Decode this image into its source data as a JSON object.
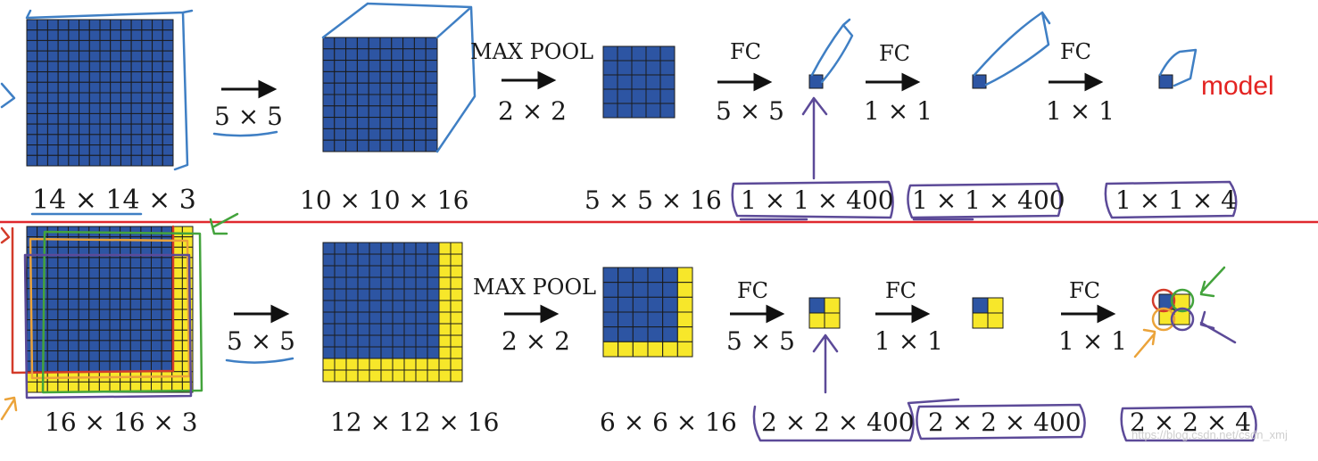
{
  "colors": {
    "blue": "#2d55a3",
    "yellow": "#f7e72a",
    "grid_line": "#1b1b1b",
    "red_divider": "#e0282e",
    "annotation_blue": "#3f7fc4",
    "annotation_purple": "#5c4a98",
    "annotation_red": "#d33b2a",
    "annotation_green": "#43a33c",
    "annotation_orange": "#eba33a",
    "model_label_red": "#e32321"
  },
  "top_row": {
    "input_dims": "14 × 14  × 3",
    "conv_kernel": "5 × 5",
    "conv_output_dims": "10 × 10 × 16",
    "pool_label": "MAX POOL",
    "pool_size": "2 × 2",
    "pool_output_dims": "5 × 5 × 16",
    "fc1_label": "FC",
    "fc1_size": "5 × 5",
    "fc1_output_dims": "1 × 1 × 400",
    "fc2_label": "FC",
    "fc2_size": "1 × 1",
    "fc2_output_dims": "1 × 1 × 400",
    "fc3_label": "FC",
    "fc3_size": "1 × 1",
    "fc3_output_dims": "1 × 1 × 4",
    "model_label": "model"
  },
  "bottom_row": {
    "input_dims": "16 × 16 × 3",
    "conv_kernel": "5 × 5",
    "conv_output_dims": "12 × 12 × 16",
    "pool_label": "MAX POOL",
    "pool_size": "2 × 2",
    "pool_output_dims": "6 × 6 × 16",
    "fc1_label": "FC",
    "fc1_size": "5 × 5",
    "fc1_output_dims": "2 × 2 × 400",
    "fc2_label": "FC",
    "fc2_size": "1 × 1",
    "fc2_output_dims": "2 × 2 × 400",
    "fc3_label": "FC",
    "fc3_size": "1 × 1",
    "fc3_output_dims": "2 × 2 × 4"
  },
  "watermark": "https://blog.csdn.net/csdn_xmj",
  "icons": {
    "arrow": "right-arrow-icon"
  }
}
